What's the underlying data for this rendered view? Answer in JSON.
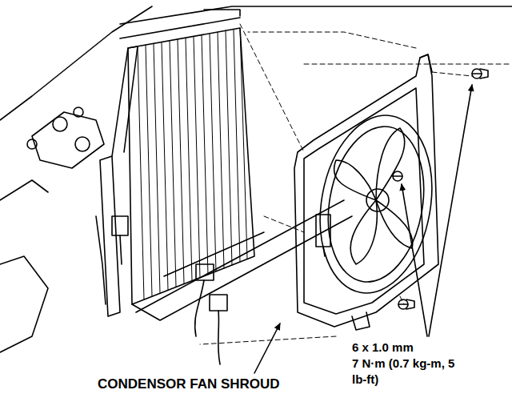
{
  "diagram": {
    "labels": [
      "CONDENSOR FAN SHROUD",
      "6 x 1.0 mm",
      "7 N·m (0.7 kg-m, 5 lb-ft)"
    ]
  }
}
